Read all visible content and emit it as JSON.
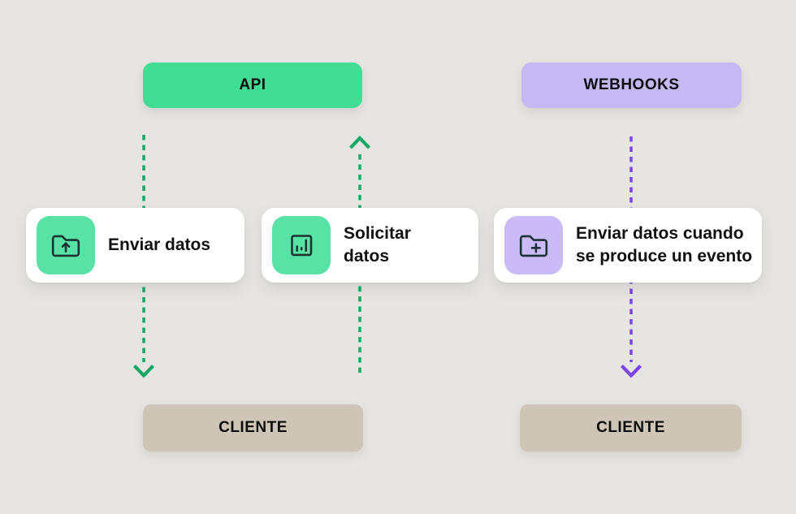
{
  "colors": {
    "background": "#E7E5E2",
    "api_badge_green": "#41DD94",
    "icon_tile_green": "#58E2A6",
    "webhooks_badge_purple": "#C6B8F2",
    "icon_tile_purple": "#CABBF6",
    "client_badge_tan": "#CEC5B6",
    "arrow_green": "#17A865",
    "arrow_purple": "#7B43E8",
    "card_background": "#FFFFFF",
    "text_dark": "#121212"
  },
  "api_column": {
    "badge_label": "API",
    "cards": [
      {
        "label": "Enviar datos",
        "icon": "folder-upload-icon"
      },
      {
        "label": "Solicitar datos",
        "icon": "bar-chart-icon"
      }
    ],
    "client_label": "CLIENTE",
    "arrows": [
      {
        "direction": "down",
        "from": "API",
        "to": "CLIENTE",
        "style": "dashed"
      },
      {
        "direction": "up",
        "from": "CLIENTE",
        "to": "API",
        "style": "dashed"
      }
    ]
  },
  "webhooks_column": {
    "badge_label": "WEBHOOKS",
    "cards": [
      {
        "label": "Enviar datos cuando se produce un evento",
        "icon": "folder-plus-icon"
      }
    ],
    "client_label": "CLIENTE",
    "arrows": [
      {
        "direction": "down",
        "from": "WEBHOOKS",
        "to": "CLIENTE",
        "style": "dashed"
      }
    ]
  }
}
